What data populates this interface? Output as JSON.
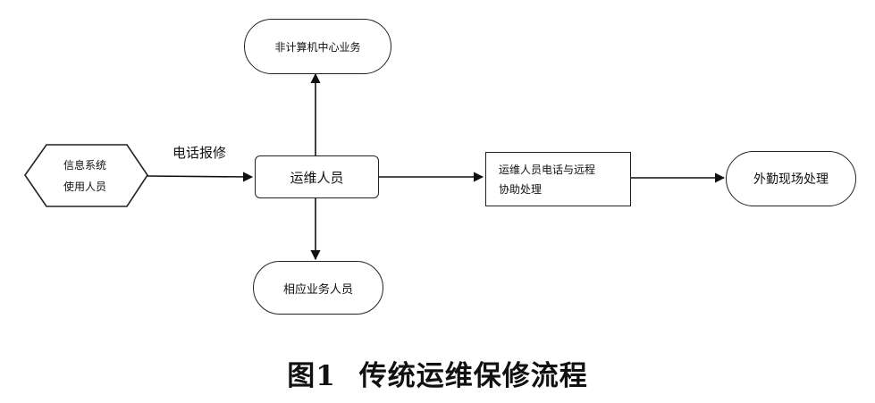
{
  "diagram": {
    "nodes": {
      "users": {
        "line1": "信息系统",
        "line2": "使用人员"
      },
      "ops": "运维人员",
      "non_center": "非计算机中心业务",
      "business": "相应业务人员",
      "remote": {
        "line1": "运维人员电话与远程",
        "line2": "协助处理"
      },
      "onsite": "外勤现场处理"
    },
    "edges": {
      "phone_report": "电话报修"
    }
  },
  "caption": {
    "number": "图1",
    "title": "传统运维保修流程"
  }
}
